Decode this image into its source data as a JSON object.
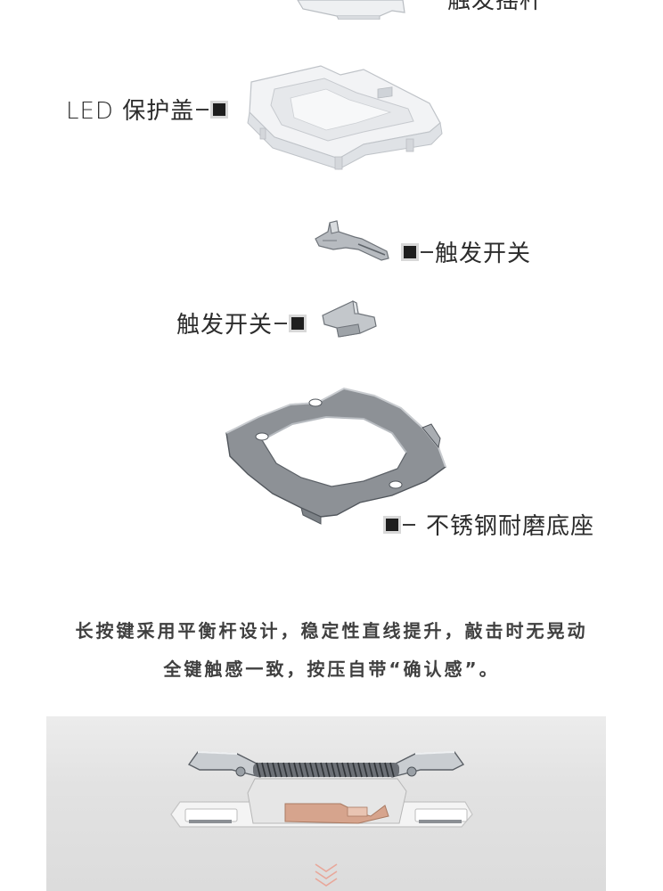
{
  "labels": {
    "top_partial": "触发摇杆",
    "led_cover": "LED 保护盖",
    "trigger_switch_right": "触发开关",
    "trigger_switch_left": "触发开关",
    "steel_base": "不锈钢耐磨底座"
  },
  "description": {
    "line1": "长按键采用平衡杆设计，稳定性直线提升，敲击时无晃动",
    "line2": "全键触感一致，按压自带“确认感”。"
  },
  "colors": {
    "label_text": "#2c2c2c",
    "description_text": "#404040",
    "marker_fill": "#1e1e1e",
    "marker_border": "#d8d8d8",
    "arrow_accent": "#e8a79a"
  }
}
